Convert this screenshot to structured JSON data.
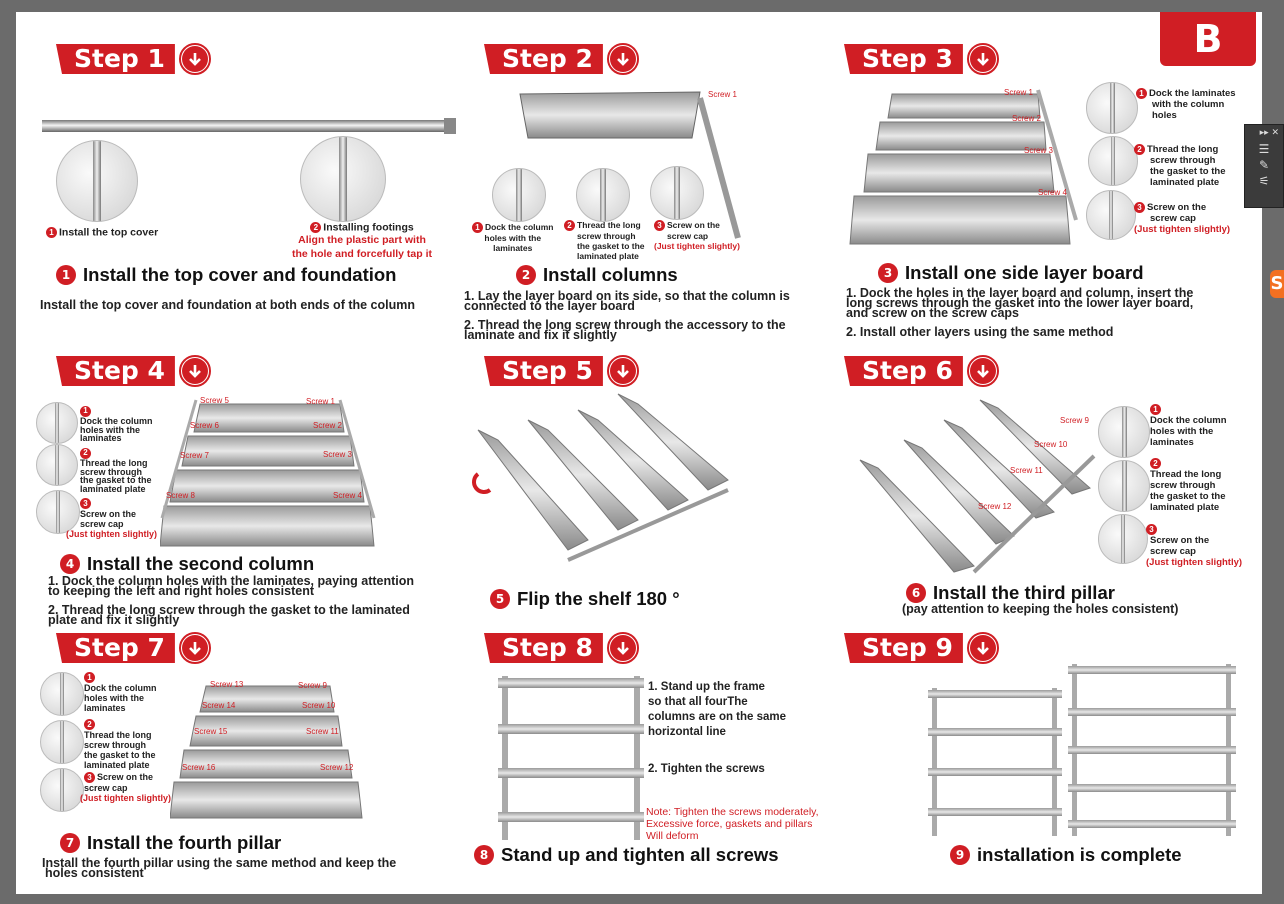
{
  "badge": "B",
  "steps": {
    "s1": {
      "label": "Step 1",
      "title_num": "1",
      "title": "Install the top cover and foundation",
      "desc": [
        "Install the top cover and foundation at both ends of the column"
      ],
      "c1_num": "1",
      "c1": "Install the top cover",
      "c2_num": "2",
      "c2": "Installing footings",
      "c2_red1": "Align the plastic part with",
      "c2_red2": "the hole and forcefully tap it"
    },
    "s2": {
      "label": "Step 2",
      "title_num": "2",
      "title": "Install columns",
      "desc1": "1. Lay the layer board on its side, so that the column is",
      "desc1b": "connected to the layer board",
      "desc2": "2. Thread the long screw through the accessory to the",
      "desc2b": "laminate and fix it slightly",
      "screw": "Screw 1",
      "a_num": "1",
      "a": [
        "Dock the column",
        "holes with the",
        "laminates"
      ],
      "b_num": "2",
      "b": [
        "Thread the long",
        "screw through",
        "the gasket to the",
        "laminated plate"
      ],
      "c_num": "3",
      "c": [
        "Screw on the",
        "screw cap"
      ],
      "c_red": "(Just tighten slightly)"
    },
    "s3": {
      "label": "Step 3",
      "title_num": "3",
      "title": "Install one side layer board",
      "desc1": "1. Dock the holes in the layer board and column, insert the",
      "desc1b": "long screws through the gasket into the lower layer board,",
      "desc1c": "and screw on the screw caps",
      "desc2": "2. Install other layers using the same method",
      "screws": [
        "Screw 1",
        "Screw 2",
        "Screw 3",
        "Screw 4"
      ],
      "a_num": "1",
      "a": [
        "Dock the laminates",
        "with the column",
        "holes"
      ],
      "b_num": "2",
      "b": [
        "Thread the long",
        "screw through",
        "the gasket to the",
        "laminated plate"
      ],
      "c_num": "3",
      "c": [
        "Screw on the",
        "screw cap"
      ],
      "c_red": "(Just tighten slightly)"
    },
    "s4": {
      "label": "Step 4",
      "title_num": "4",
      "title": "Install the second column",
      "desc1": "1. Dock the column holes with the laminates, paying attention",
      "desc1b": "to keeping the left and right holes consistent",
      "desc2": "2. Thread the long screw through the gasket to the laminated",
      "desc2b": "plate and fix it slightly",
      "screws": [
        "Screw 5",
        "Screw 1",
        "Screw 6",
        "Screw 2",
        "Screw 7",
        "Screw 3",
        "Screw 8",
        "Screw 4"
      ],
      "a_num": "1",
      "a": [
        "Dock the column",
        "holes with the",
        "laminates"
      ],
      "b_num": "2",
      "b": [
        "Thread the long",
        "screw through",
        "the gasket to the",
        "laminated plate"
      ],
      "c_num": "3",
      "c": [
        "Screw on the",
        "screw cap"
      ],
      "c_red": "(Just tighten slightly)"
    },
    "s5": {
      "label": "Step 5",
      "title_num": "5",
      "title": "Flip the shelf 180 °"
    },
    "s6": {
      "label": "Step 6",
      "title_num": "6",
      "title": "Install the third pillar",
      "sub": "(pay attention to keeping the holes consistent)",
      "screws": [
        "Screw 9",
        "Screw 10",
        "Screw 11",
        "Screw 12"
      ],
      "a_num": "1",
      "a": [
        "Dock the column",
        "holes with the",
        "laminates"
      ],
      "b_num": "2",
      "b": [
        "Thread the long",
        "screw through",
        "the gasket to the",
        "laminated plate"
      ],
      "c_num": "3",
      "c": [
        "Screw on the",
        "screw cap"
      ],
      "c_red": "(Just tighten slightly)"
    },
    "s7": {
      "label": "Step 7",
      "title_num": "7",
      "title": "Install the fourth pillar",
      "desc1": "Install the fourth pillar using the same method and keep the",
      "desc1b": "holes consistent",
      "screws": [
        "Screw 13",
        "Screw 9",
        "Screw 14",
        "Screw 10",
        "Screw 15",
        "Screw 11",
        "Screw 16",
        "Screw 12"
      ],
      "a_num": "1",
      "a": [
        "Dock the column",
        "holes with the",
        "laminates"
      ],
      "b_num": "2",
      "b": [
        "Thread the long",
        "screw through",
        "the gasket to the",
        "laminated plate"
      ],
      "c_num": "3",
      "c": [
        "Screw on the",
        "screw cap"
      ],
      "c_red": "(Just tighten slightly)"
    },
    "s8": {
      "label": "Step 8",
      "title_num": "8",
      "title": "Stand up and tighten all screws",
      "p1": [
        "1. Stand up the frame",
        "so that all fourThe",
        "columns are on the same",
        "horizontal line"
      ],
      "p2": "2. Tighten the screws",
      "note": [
        "Note: Tighten the screws moderately,",
        "Excessive force, gaskets and pillars",
        "Will deform"
      ]
    },
    "s9": {
      "label": "Step 9",
      "title_num": "9",
      "title": "installation is complete"
    }
  },
  "panel": {
    "icons": [
      "list-icon",
      "brush-icon",
      "sliders-icon"
    ]
  },
  "colors": {
    "accent": "#d01e24",
    "page": "#ffffff",
    "frame": "#6b6b6b"
  }
}
